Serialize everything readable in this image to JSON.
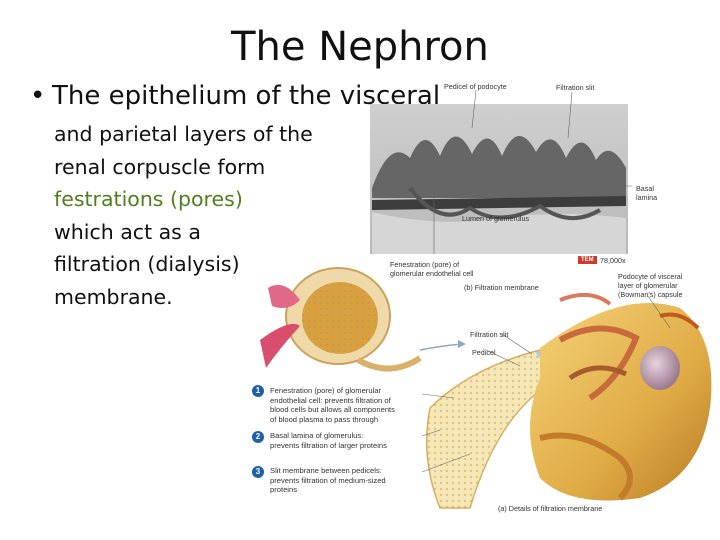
{
  "slide": {
    "title": "The Nephron",
    "bullet_first_line": "The epithelium of the visceral",
    "lines": [
      "and parietal layers of the",
      "renal corpuscle form",
      "festrations (pores)",
      "which act as a",
      "filtration (dialysis)",
      "membrane."
    ]
  },
  "figure": {
    "labels": {
      "pedicel_of_podocyte": "Pedicel of podocyte",
      "filtration_slit_top": "Filtration slit",
      "basal_lamina": "Basal\nlamina",
      "lumen": "Lumen of glomerulus",
      "fenestration_pore": "Fenestration (pore) of\nglomerular endothelial cell",
      "tem_badge": "TEM",
      "tem_mag": "78,000x",
      "b_caption": "(b) Filtration membrane",
      "podocyte_visceral": "Podocyte of visceral\nlayer of glomerular\n(Bowman's) capsule",
      "filtration_slit": "Filtration slit",
      "pedicel": "Pedicel",
      "a_caption": "(a) Details of filtration membrane"
    },
    "steps": [
      {
        "num": "1",
        "text": "Fenestration (pore) of glomerular\nendothelial cell: prevents filtration of\nblood cells but allows all components\nof blood plasma to pass through"
      },
      {
        "num": "2",
        "text": "Basal lamina of glomerulus:\nprevents filtration of larger proteins"
      },
      {
        "num": "3",
        "text": "Slit membrane between pedicels:\nprevents filtration of medium-sized\nproteins"
      }
    ],
    "colors": {
      "accent_text": "#4f7f1d",
      "step_badge": "#1f5fa8",
      "tem_badge": "#d23b2c"
    }
  }
}
